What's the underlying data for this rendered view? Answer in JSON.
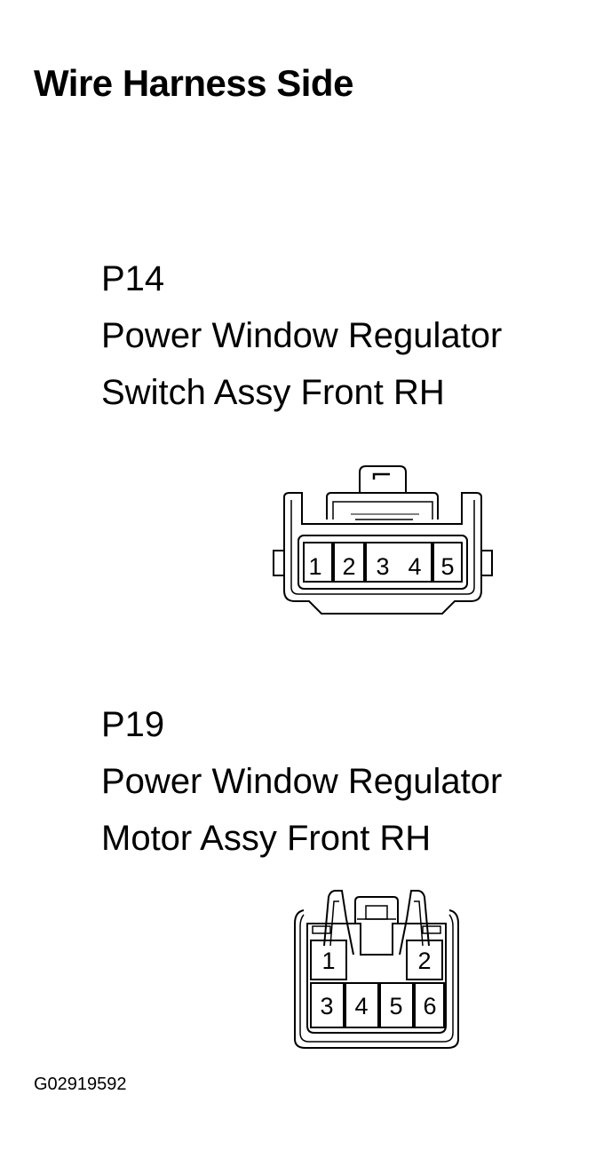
{
  "heading": "Wire Harness Side",
  "connectors": [
    {
      "code": "P14",
      "name_line1": "Power Window Regulator",
      "name_line2": "Switch Assy Front RH",
      "pins": [
        "1",
        "2",
        "3",
        "4",
        "5"
      ]
    },
    {
      "code": "P19",
      "name_line1": "Power Window Regulator",
      "name_line2": "Motor Assy Front RH",
      "pins": [
        "1",
        "2",
        "3",
        "4",
        "5",
        "6"
      ]
    }
  ],
  "figure_id": "G02919592",
  "colors": {
    "ink": "#000000",
    "background": "#ffffff"
  }
}
